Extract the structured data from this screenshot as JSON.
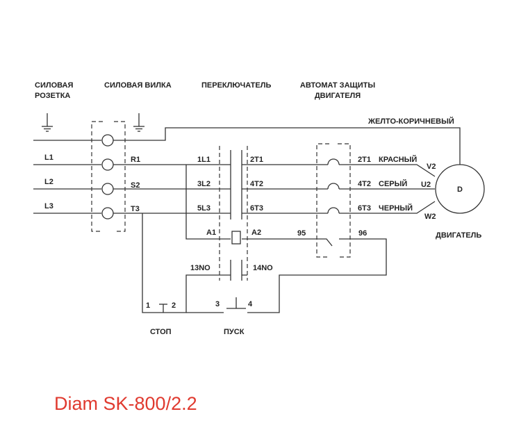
{
  "headers": {
    "outlet": [
      "СИЛОВАЯ",
      "РОЗЕТКА"
    ],
    "plug": "СИЛОВАЯ ВИЛКА",
    "switch": "ПЕРЕКЛЮЧАТЕЛЬ",
    "breaker": [
      "АВТОМАТ ЗАЩИТЫ",
      "ДВИГАТЕЛЯ"
    ]
  },
  "ground_wire_label": "ЖЕЛТО-КОРИЧНЕВЫЙ",
  "line_labels": [
    "L1",
    "L2",
    "L3"
  ],
  "plug_terminals": [
    "R1",
    "S2",
    "T3"
  ],
  "contactor_in": [
    "1L1",
    "3L2",
    "5L3"
  ],
  "contactor_out": [
    "2T1",
    "4T2",
    "6T3"
  ],
  "coil": {
    "a1": "A1",
    "a2": "A2"
  },
  "aux_contact": {
    "left": "13NO",
    "right": "14NO"
  },
  "breaker_terminals": [
    "2T1",
    "4T2",
    "6T3"
  ],
  "wire_colors": [
    "КРАСНЫЙ",
    "СЕРЫЙ",
    "ЧЕРНЫЙ"
  ],
  "motor_terminals": [
    "V2",
    "U2",
    "W2"
  ],
  "breaker_aux": {
    "left": "95",
    "right": "96"
  },
  "motor": {
    "symbol": "D",
    "label": "ДВИГАТЕЛЬ"
  },
  "stop_button": {
    "left": "1",
    "right": "2",
    "label": "СТОП"
  },
  "start_button": {
    "left": "3",
    "right": "4",
    "label": "ПУСК"
  },
  "model_name": "Diam SK-800/2.2",
  "colors": {
    "model_name": "#e03a2f",
    "lines": "#333333"
  }
}
